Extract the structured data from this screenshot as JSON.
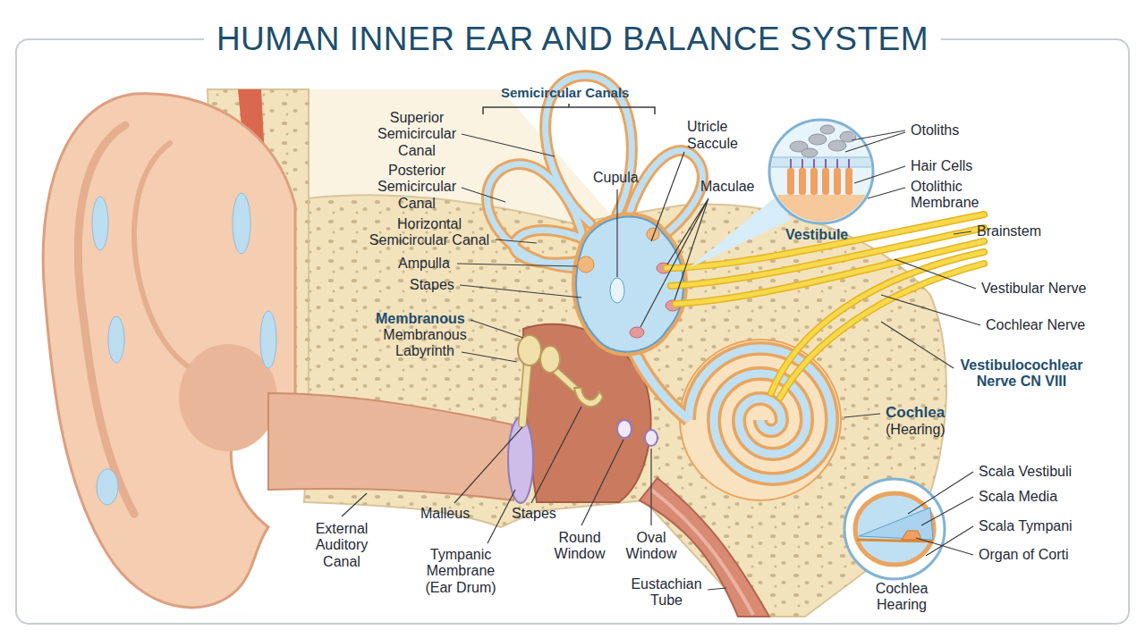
{
  "diagram": {
    "title": "HUMAN INNER EAR AND BALANCE SYSTEM",
    "labels": [
      "Semicircular Canals",
      "Superior Semicircular Canal",
      "Posterior Semicircular Canal",
      "Horizontal Semicircular Canal",
      "Ampulla",
      "Stapes",
      "Membranous",
      "Membranous Labyrinth",
      "Cupula",
      "Utricle",
      "Saccule",
      "Maculae",
      "Otoliths",
      "Hair Cells",
      "Otolithic Membrane",
      "Vestibule",
      "Brainstem",
      "Vestibular Nerve",
      "Cochlear Nerve",
      "Vestibulocochlear Nerve CN VIII",
      "Cochlea",
      "(Hearing)",
      "Scala Vestibuli",
      "Scala Media",
      "Scala Tympani",
      "Organ of Corti",
      "Cochlea Hearing",
      "External Auditory Canal",
      "Malleus",
      "Stapes",
      "Tympanic Membrane (Ear Drum)",
      "Round Window",
      "Oval Window",
      "Eustachian Tube"
    ]
  }
}
